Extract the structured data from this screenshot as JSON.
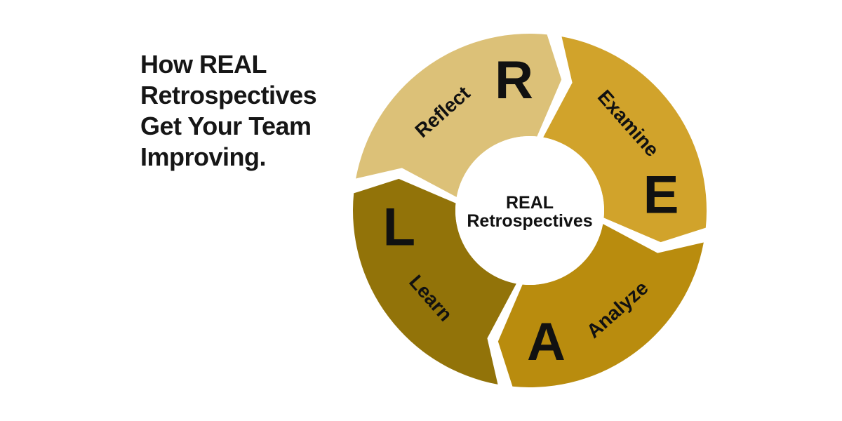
{
  "headline": {
    "text": "How REAL\nRetrospectives\nGet Your Team\nImproving."
  },
  "diagram": {
    "name": "REAL retrospectives cycle",
    "center_label": {
      "line1": "REAL",
      "line2": "Retrospectives"
    },
    "colors": {
      "background": "#ffffff",
      "text": "#111111",
      "center_fill": "#ffffff"
    },
    "segments": [
      {
        "id": "reflect",
        "word": "Reflect",
        "letter": "R",
        "color": "#dcc178",
        "start_angle": 278,
        "end_angle": 368
      },
      {
        "id": "examine",
        "word": "Examine",
        "letter": "E",
        "color": "#d1a32b",
        "start_angle": 8,
        "end_angle": 98
      },
      {
        "id": "analyze",
        "word": "Analyze",
        "letter": "A",
        "color": "#b98c0e",
        "start_angle": 98,
        "end_angle": 188
      },
      {
        "id": "learn",
        "word": "Learn",
        "letter": "L",
        "color": "#927309",
        "start_angle": 188,
        "end_angle": 278
      }
    ]
  }
}
